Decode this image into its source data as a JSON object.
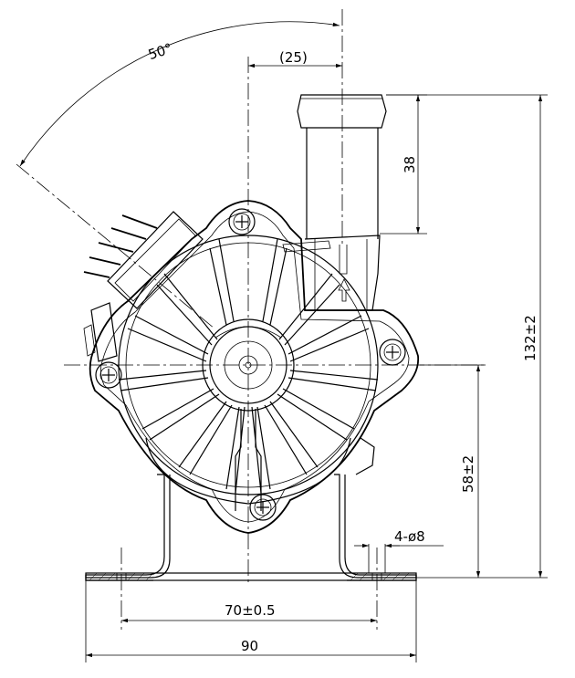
{
  "dimensions": {
    "angle": "50°",
    "offset": "(25)",
    "outlet_length": "38",
    "total_height": "132±2",
    "center_height": "58±2",
    "holes": "4-ø8",
    "hole_spacing": "70±0.5",
    "base_width": "90"
  }
}
